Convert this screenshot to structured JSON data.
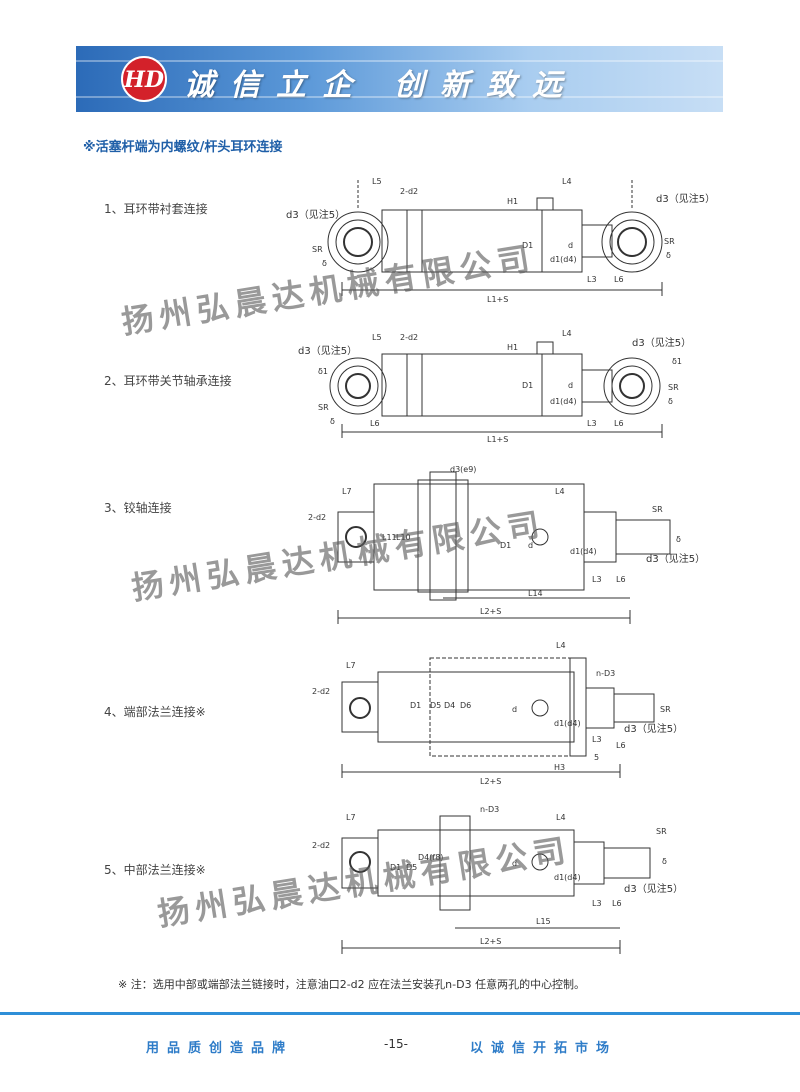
{
  "header": {
    "slogan_left": "诚信立企",
    "slogan_right": "创新致远"
  },
  "section_title": "※活塞杆端为内螺纹/杆头耳环连接",
  "items": [
    {
      "label": "1、耳环带衬套连接",
      "dims": [
        "L5",
        "2-d2",
        "L4",
        "H1",
        "d3（见注5）",
        "d3（见注5）",
        "SR",
        "SR",
        "δ",
        "δ",
        "D1",
        "d1(d4)",
        "d",
        "L3",
        "L6",
        "L1+S"
      ]
    },
    {
      "label": "2、耳环带关节轴承连接",
      "dims": [
        "L5",
        "2-d2",
        "L4",
        "H1",
        "d3（见注5）",
        "d3（见注5）",
        "δ1",
        "δ1",
        "SR",
        "SR",
        "δ",
        "δ",
        "D1",
        "d1(d4)",
        "d",
        "L6",
        "L3",
        "L6",
        "L1+S"
      ]
    },
    {
      "label": "3、铰轴连接",
      "dims": [
        "d3(e9)",
        "L7",
        "L4",
        "2-d2",
        "L11",
        "L10",
        "D1",
        "d1(d4)",
        "d",
        "SR",
        "δ",
        "d3（见注5）",
        "L3",
        "L6",
        "L14",
        "L2+S"
      ]
    },
    {
      "label": "4、端部法兰连接※",
      "dims": [
        "L4",
        "L7",
        "n-D3",
        "2-d2",
        "D1",
        "D5",
        "D4",
        "D6",
        "d",
        "d1(d4)",
        "SR",
        "d3（见注5）",
        "L3",
        "L6",
        "H3",
        "5",
        "L2+S"
      ]
    },
    {
      "label": "5、中部法兰连接※",
      "dims": [
        "n-D3",
        "L7",
        "L4",
        "2-d2",
        "D1",
        "D5",
        "D4(f8)",
        "d",
        "d1(d4)",
        "SR",
        "δ",
        "d3（见注5）",
        "L3",
        "L6",
        "L15",
        "L2+S"
      ]
    }
  ],
  "watermark": "扬州弘晨达机械有限公司",
  "note": "※ 注：选用中部或端部法兰链接时，注意油口2-d2 应在法兰安装孔n-D3 任意两孔的中心控制。",
  "footer": {
    "left": "用品质创造品牌",
    "page": "-15-",
    "right": "以诚信开拓市场"
  },
  "colors": {
    "banner_dark": "#2c6bb8",
    "banner_light": "#c7def5",
    "logo_red": "#d3212a",
    "title_blue": "#1f5fa8",
    "footer_blue": "#2e7cc8"
  }
}
